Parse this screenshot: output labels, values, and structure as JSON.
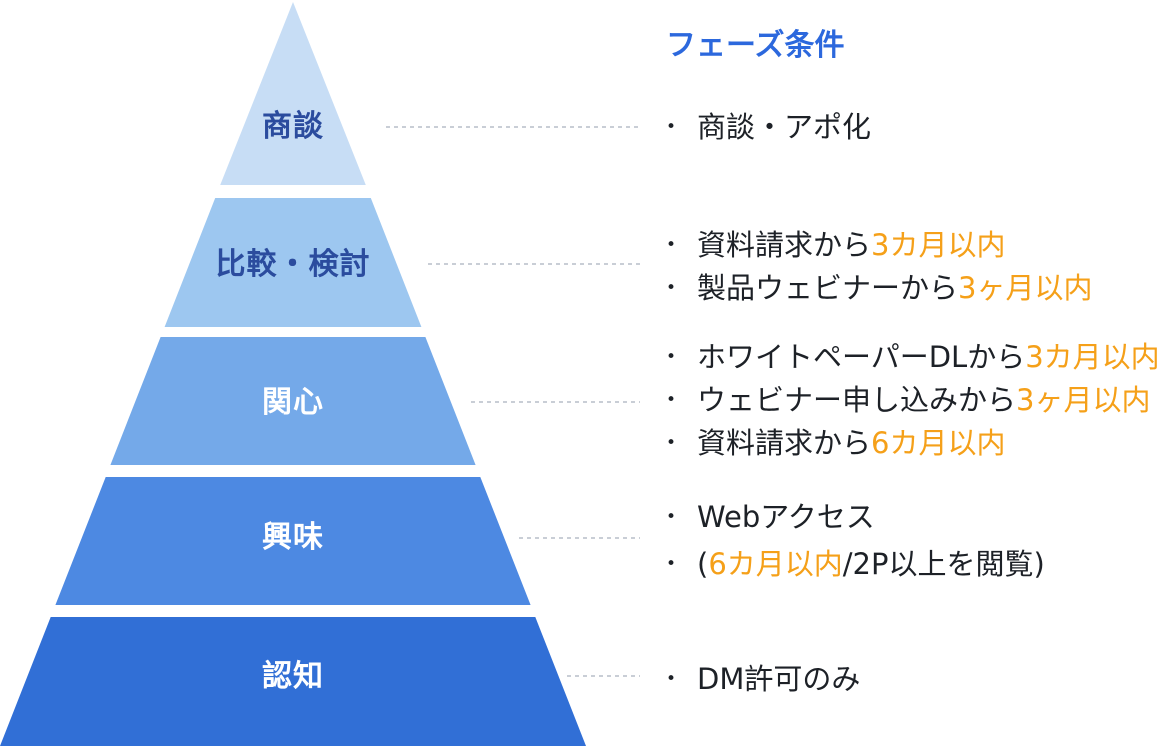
{
  "diagram": {
    "title": "フェーズ条件",
    "title_color": "#2c68dd",
    "accent_color": "#f5a019",
    "body_text_color": "#1d2127",
    "connector_color": "#c9ced6",
    "bullet": "•",
    "pyramid": {
      "layers": [
        {
          "label": "商談",
          "fill": "#c7ddf5",
          "label_color": "#2b4c9e"
        },
        {
          "label": "比較・検討",
          "fill": "#9dc7f0",
          "label_color": "#2b4c9e"
        },
        {
          "label": "関心",
          "fill": "#74a9e9",
          "label_color": "#ffffff"
        },
        {
          "label": "興味",
          "fill": "#4d89e2",
          "label_color": "#ffffff"
        },
        {
          "label": "認知",
          "fill": "#316fd6",
          "label_color": "#ffffff"
        }
      ]
    },
    "rows": [
      {
        "phase": "商談",
        "pre": "商談・アポ化",
        "accent": "",
        "post": ""
      },
      {
        "phase": "比較・検討",
        "pre": "資料請求から",
        "accent": "3カ月以内",
        "post": ""
      },
      {
        "phase": "比較・検討",
        "pre": "製品ウェビナーから",
        "accent": "3ヶ月以内",
        "post": ""
      },
      {
        "phase": "関心",
        "pre": "ホワイトペーパーDLから",
        "accent": "3カ月以内",
        "post": ""
      },
      {
        "phase": "関心",
        "pre": "ウェビナー申し込みから",
        "accent": "3ヶ月以内",
        "post": ""
      },
      {
        "phase": "関心",
        "pre": "資料請求から",
        "accent": "6カ月以内",
        "post": ""
      },
      {
        "phase": "興味",
        "pre": "Webアクセス",
        "accent": "",
        "post": ""
      },
      {
        "phase": "興味",
        "pre": "(",
        "accent": "6カ月以内",
        "post": "/2P以上を閲覧)"
      },
      {
        "phase": "認知",
        "pre": "DM許可のみ",
        "accent": "",
        "post": ""
      }
    ]
  }
}
